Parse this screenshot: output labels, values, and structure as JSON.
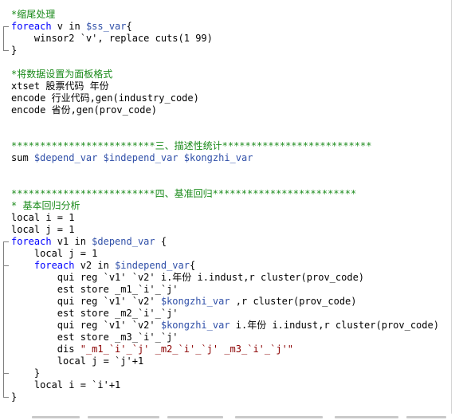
{
  "colors": {
    "comment": "#1a8a1a",
    "keyword": "#0000ff",
    "text": "#000000",
    "global_var": "#2f4fa8",
    "local_var": "#000000",
    "string": "#8b0000"
  },
  "code_lines": [
    [
      {
        "t": "*缩尾处理",
        "c": "comment"
      }
    ],
    [
      {
        "t": "foreach",
        "c": "keyword"
      },
      {
        "t": " v in ",
        "c": "text"
      },
      {
        "t": "$ss_var",
        "c": "global_var"
      },
      {
        "t": "{",
        "c": "text"
      }
    ],
    [
      {
        "t": "    winsor2 `v', replace cuts(1 99)",
        "c": "text"
      }
    ],
    [
      {
        "t": "}",
        "c": "text"
      }
    ],
    [
      {
        "t": "",
        "c": "text"
      }
    ],
    [
      {
        "t": "*将数据设置为面板格式",
        "c": "comment"
      }
    ],
    [
      {
        "t": "xtset 股票代码 年份",
        "c": "text"
      }
    ],
    [
      {
        "t": "encode 行业代码,gen(industry_code)",
        "c": "text"
      }
    ],
    [
      {
        "t": "encode 省份,gen(prov_code)",
        "c": "text"
      }
    ],
    [
      {
        "t": "",
        "c": "text"
      }
    ],
    [
      {
        "t": "",
        "c": "text"
      }
    ],
    [
      {
        "t": "*************************三、描述性统计**************************",
        "c": "comment"
      }
    ],
    [
      {
        "t": "sum ",
        "c": "text"
      },
      {
        "t": "$depend_var $independ_var $kongzhi_var",
        "c": "global_var"
      }
    ],
    [
      {
        "t": "",
        "c": "text"
      }
    ],
    [
      {
        "t": "",
        "c": "text"
      }
    ],
    [
      {
        "t": "*************************四、基准回归*************************",
        "c": "comment"
      }
    ],
    [
      {
        "t": "* 基本回归分析",
        "c": "comment"
      }
    ],
    [
      {
        "t": "local i = 1",
        "c": "text"
      }
    ],
    [
      {
        "t": "local j = 1",
        "c": "text"
      }
    ],
    [
      {
        "t": "foreach",
        "c": "keyword"
      },
      {
        "t": " v1 in ",
        "c": "text"
      },
      {
        "t": "$depend_var",
        "c": "global_var"
      },
      {
        "t": " {",
        "c": "text"
      }
    ],
    [
      {
        "t": "    local j = 1",
        "c": "text"
      }
    ],
    [
      {
        "t": "    foreach",
        "c": "keyword"
      },
      {
        "t": " v2 in ",
        "c": "text"
      },
      {
        "t": "$independ_var",
        "c": "global_var"
      },
      {
        "t": "{",
        "c": "text"
      }
    ],
    [
      {
        "t": "        qui reg `v1' `v2' i.年份 i.indust,r cluster(prov_code)",
        "c": "text"
      }
    ],
    [
      {
        "t": "        est store _m1_`i'_`j'",
        "c": "text"
      }
    ],
    [
      {
        "t": "        qui reg `v1' `v2' ",
        "c": "text"
      },
      {
        "t": "$kongzhi_var",
        "c": "global_var"
      },
      {
        "t": " ,r cluster(prov_code)",
        "c": "text"
      }
    ],
    [
      {
        "t": "        est store _m2_`i'_`j'",
        "c": "text"
      }
    ],
    [
      {
        "t": "        qui reg `v1' `v2' ",
        "c": "text"
      },
      {
        "t": "$kongzhi_var",
        "c": "global_var"
      },
      {
        "t": " i.年份 i.indust,r cluster(prov_code)",
        "c": "text"
      }
    ],
    [
      {
        "t": "        est store _m3_`i'_`j'",
        "c": "text"
      }
    ],
    [
      {
        "t": "        dis ",
        "c": "text"
      },
      {
        "t": "\"_m1_`i'_`j' _m2_`i'_`j' _m3_`i'_`j'\"",
        "c": "string"
      }
    ],
    [
      {
        "t": "        local j = `j'+1",
        "c": "text"
      }
    ],
    [
      {
        "t": "    }",
        "c": "text"
      }
    ],
    [
      {
        "t": "    local i = `i'+1",
        "c": "text"
      }
    ],
    [
      {
        "t": "}",
        "c": "text"
      }
    ]
  ]
}
